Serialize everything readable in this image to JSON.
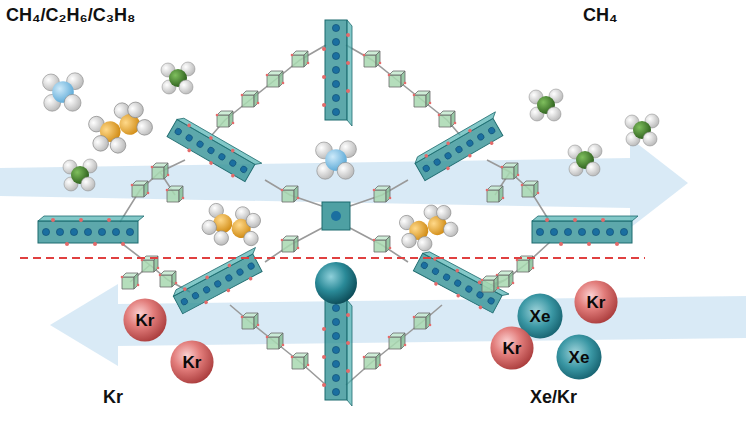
{
  "diagram": {
    "nodes": [
      {
        "text": [
          "Kr"
        ]
      },
      {
        "text": [
          "Kr"
        ]
      },
      {
        "text": [
          "Xe"
        ]
      },
      {
        "text": [
          "Kr"
        ]
      },
      {
        "text": [
          "Kr"
        ]
      },
      {
        "text": [
          "Xe"
        ]
      }
    ],
    "labels": [
      "CH₄/C₂H₆/C₃H₈",
      "CH₄",
      "Kr",
      "Xe/Kr"
    ]
  }
}
